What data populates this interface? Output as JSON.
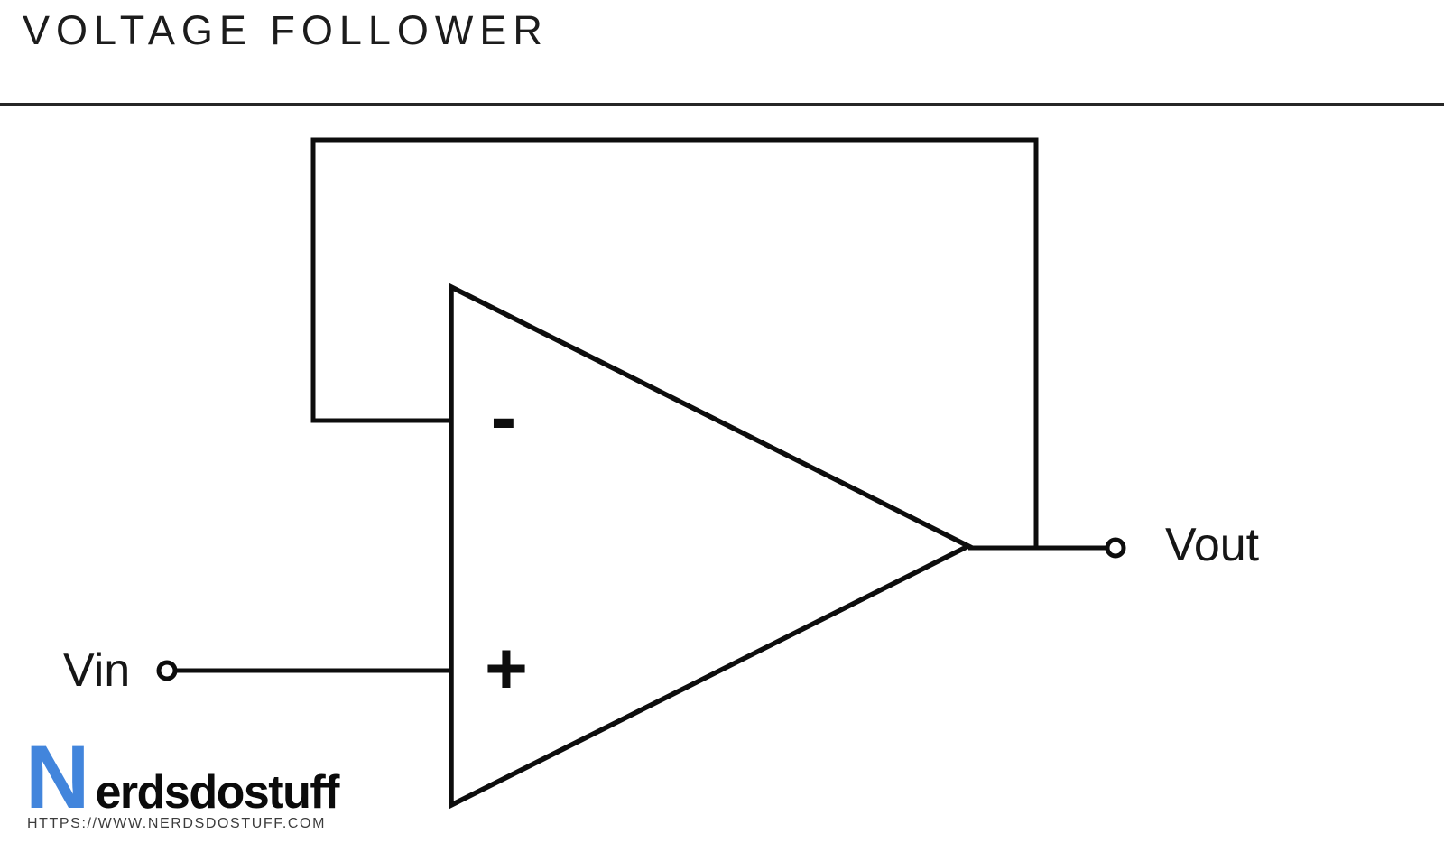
{
  "header": {
    "title": "VOLTAGE FOLLOWER"
  },
  "circuit": {
    "input_label": "Vin",
    "output_label": "Vout",
    "opamp": {
      "inverting_label": "-",
      "noninverting_label": "+"
    }
  },
  "branding": {
    "initial": "N",
    "wordmark": "erdsdostuff",
    "url": "HTTPS://WWW.NERDSDOSTUFF.COM"
  },
  "colors": {
    "line": "#0d0d0d",
    "text": "#1c1c1c",
    "logo_blue": "#4285dc",
    "url_gray": "#3c3c3c"
  }
}
